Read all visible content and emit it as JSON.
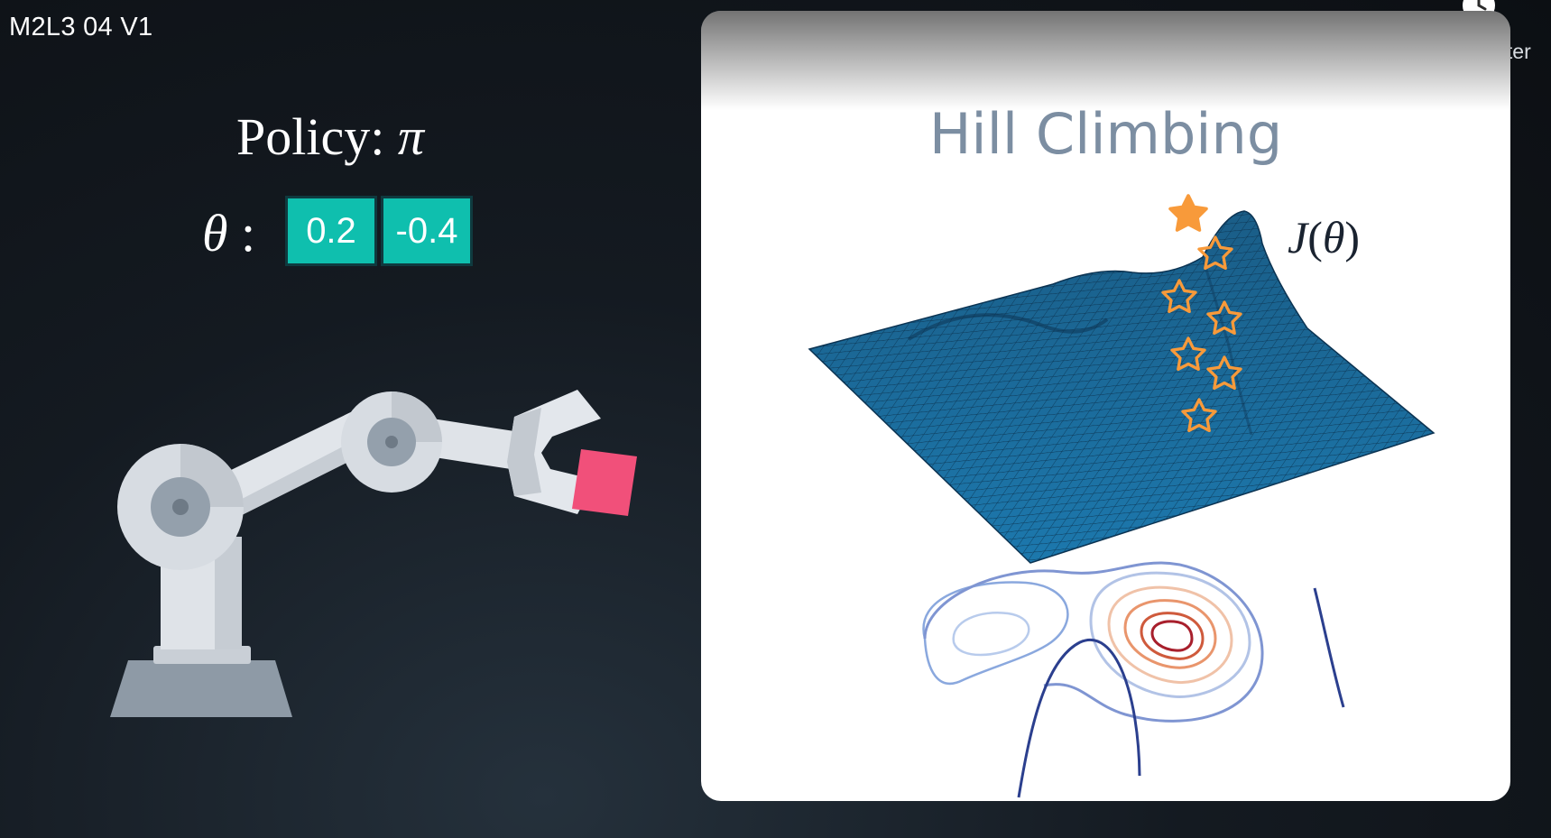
{
  "video": {
    "title": "M2L3 04 V1"
  },
  "watch_later": {
    "label": "Watch later",
    "icon": "clock-icon"
  },
  "policy": {
    "label_text": "Policy: ",
    "symbol": "π",
    "theta_symbol": "θ",
    "theta_separator": " :",
    "params": [
      "0.2",
      "-0.4"
    ]
  },
  "robot": {
    "icon": "robot-arm-icon",
    "object_color": "#f1507a"
  },
  "hill_climbing": {
    "title": "Hill Climbing",
    "objective_prefix": "J",
    "objective_paren_open": "(",
    "objective_arg": "θ",
    "objective_paren_close": ")",
    "surface_color": "#1a6ea0",
    "star_color": "#f89a3a"
  },
  "colors": {
    "param_box": "#0fbfae",
    "panel_bg": "#ffffff",
    "title_color": "#7c8ea2"
  }
}
